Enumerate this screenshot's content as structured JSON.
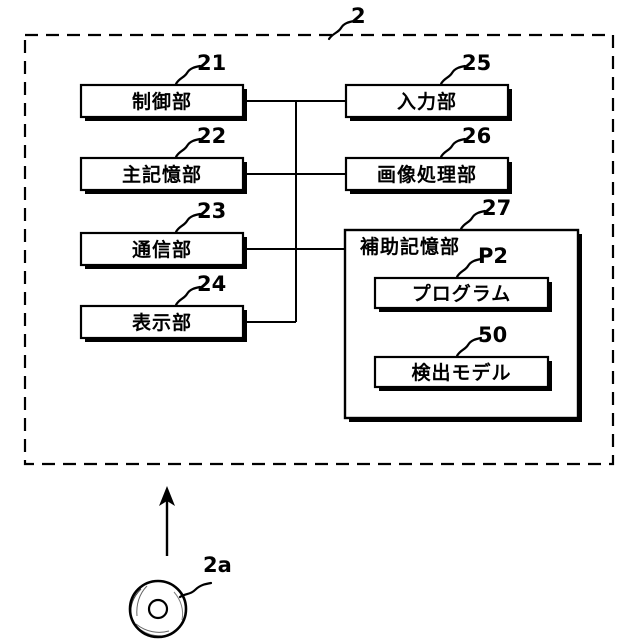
{
  "figure": {
    "outer_ref": "2",
    "media_ref": "2a",
    "media_icon": "optical-disc-icon",
    "arrow_icon": "up-arrow-icon",
    "line_color": "#000000",
    "background": "#ffffff"
  },
  "blocks": {
    "control_unit": {
      "label": "制御部",
      "ref": "21"
    },
    "main_memory": {
      "label": "主記憶部",
      "ref": "22"
    },
    "communication_unit": {
      "label": "通信部",
      "ref": "23"
    },
    "display_unit": {
      "label": "表示部",
      "ref": "24"
    },
    "input_unit": {
      "label": "入力部",
      "ref": "25"
    },
    "image_processing_unit": {
      "label": "画像処理部",
      "ref": "26"
    },
    "auxiliary_storage": {
      "label": "補助記憶部",
      "ref": "27"
    },
    "program": {
      "label": "プログラム",
      "ref": "P2"
    },
    "detection_model": {
      "label": "検出モデル",
      "ref": "50"
    }
  }
}
